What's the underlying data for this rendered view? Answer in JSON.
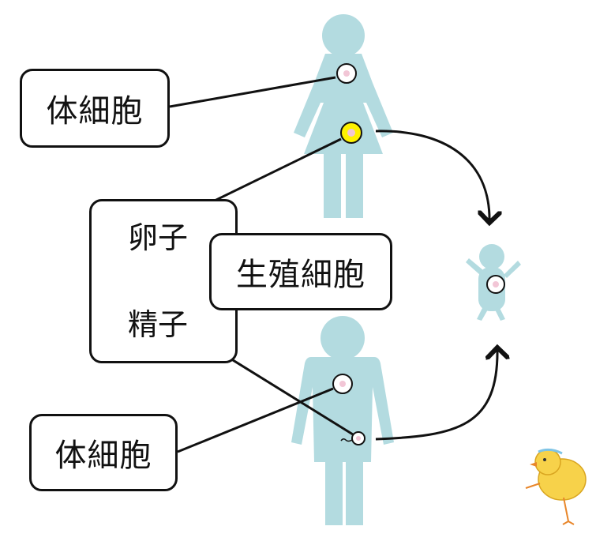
{
  "labels": {
    "somatic_top": "体細胞",
    "somatic_bottom": "体細胞",
    "germ_cells": "生殖細胞",
    "egg": "卵子",
    "sperm": "精子"
  },
  "colors": {
    "figure": "#b3dbe0",
    "egg_cell": "#fff200",
    "cell_nucleus": "#f2c6d6",
    "chick": "#f7d24a"
  }
}
